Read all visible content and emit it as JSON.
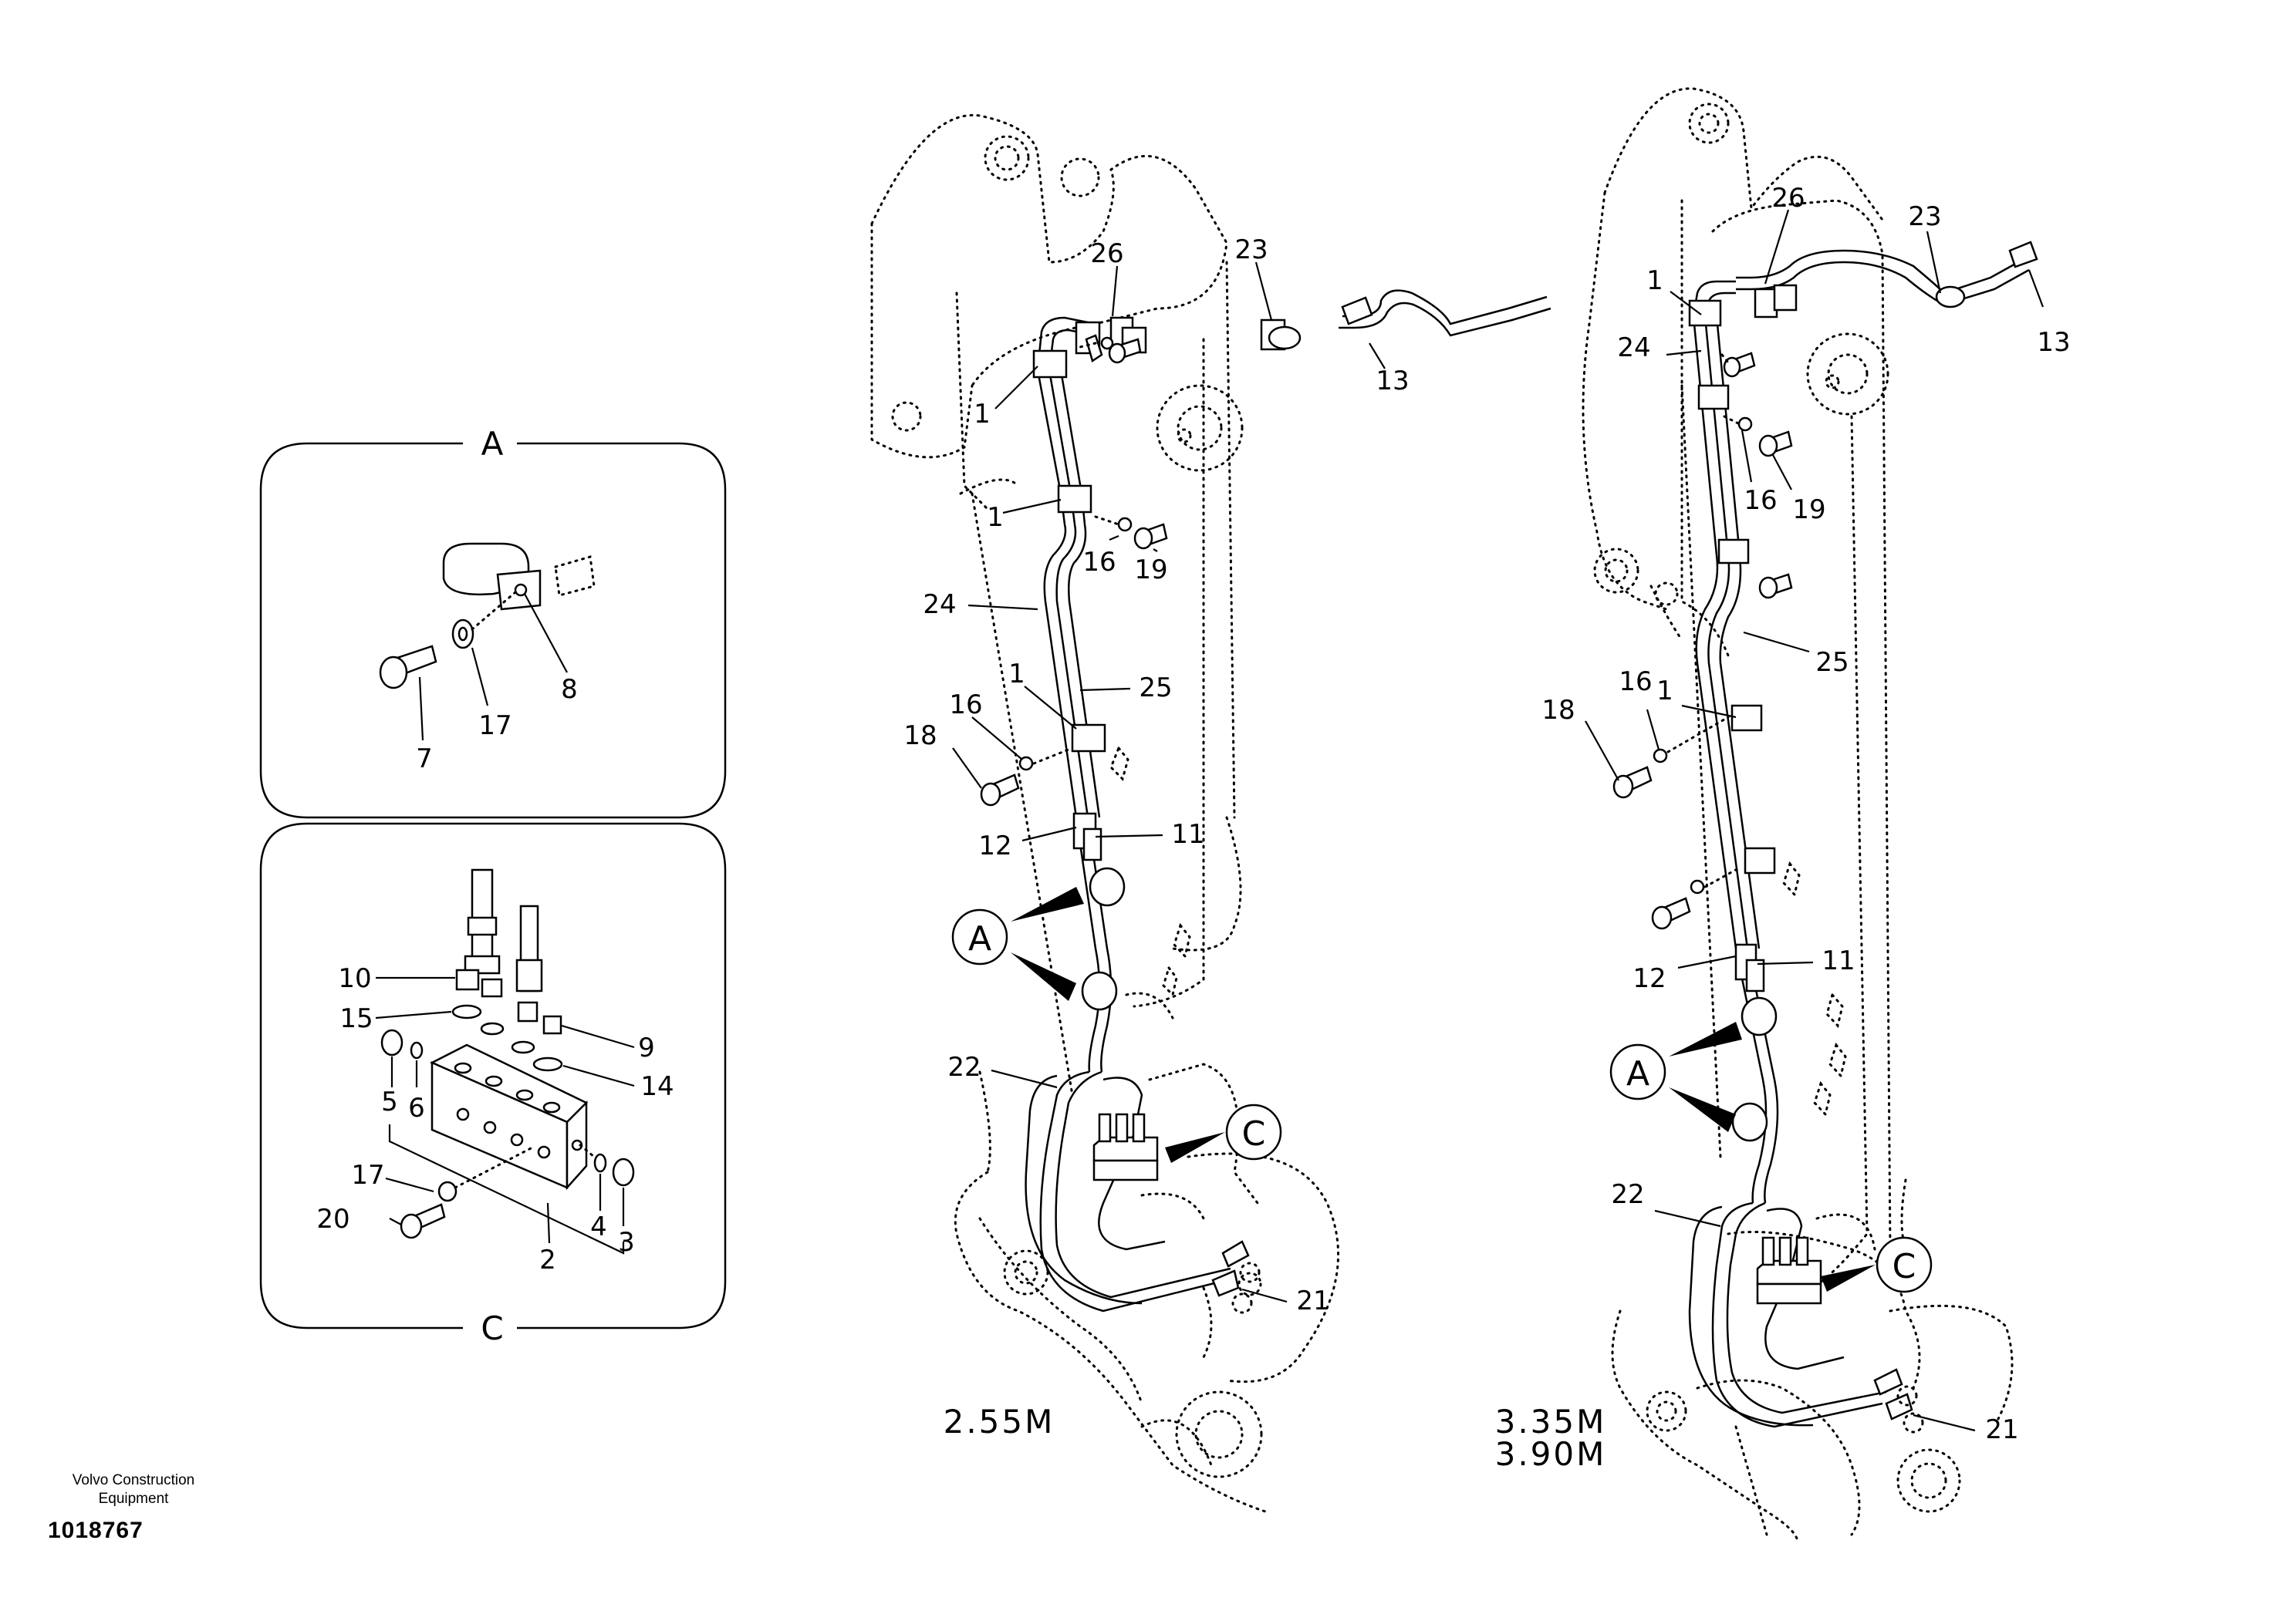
{
  "detail_a": {
    "title": "A",
    "labels": [
      "8",
      "7",
      "17"
    ]
  },
  "detail_c": {
    "title": "C",
    "labels": [
      "10",
      "15",
      "9",
      "14",
      "5",
      "6",
      "17",
      "20",
      "2",
      "4",
      "3"
    ]
  },
  "view_left": {
    "model": "2.55M",
    "labels": [
      "26",
      "23",
      "13",
      "1",
      "1",
      "16",
      "19",
      "24",
      "1",
      "25",
      "16",
      "18",
      "12",
      "11",
      "22",
      "21"
    ],
    "callouts": [
      "A",
      "C"
    ]
  },
  "view_right": {
    "model_lines": [
      "3.35M",
      "3.90M"
    ],
    "labels": [
      "26",
      "23",
      "1",
      "13",
      "24",
      "16",
      "19",
      "25",
      "18",
      "16",
      "1",
      "12",
      "11",
      "22",
      "21"
    ],
    "callouts": [
      "A",
      "C"
    ]
  },
  "footer": {
    "organization": "Volvo Construction Equipment",
    "document_number": "1018767"
  }
}
